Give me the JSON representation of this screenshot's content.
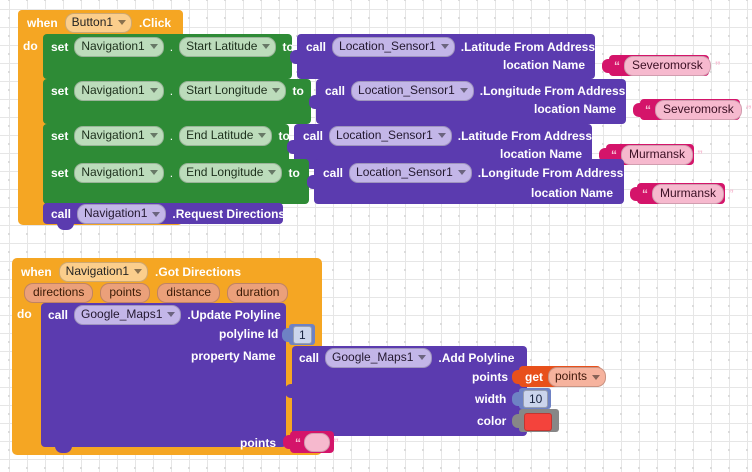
{
  "app": {
    "name": "MIT App Inventor Blocks Editor",
    "canvas_background": "#ffffff"
  },
  "colors": {
    "event_block": "#F5A623",
    "setter_block": "#2E8B36",
    "call_block": "#5B3BAF",
    "text_block": "#D4146A",
    "variable_block": "#E8501B",
    "number_block": "#6E82C4",
    "color_block": "#878787",
    "color_swatch_value": "#F4433C"
  },
  "blocks": [
    {
      "id": "event-button1-click",
      "kind": "event",
      "when_label": "when",
      "component": "Button1",
      "event": ".Click",
      "do_label": "do",
      "statements": [
        {
          "id": "set-start-latitude",
          "kind": "setter",
          "set_label": "set",
          "component": "Navigation1",
          "dot": ".",
          "property": "Start Latitude",
          "to_label": "to",
          "value": {
            "kind": "call",
            "call_label": "call",
            "component": "Location_Sensor1",
            "method": ".Latitude From Address",
            "args": [
              {
                "name": "location Name",
                "kind": "text",
                "value": "Severomorsk"
              }
            ]
          }
        },
        {
          "id": "set-start-longitude",
          "kind": "setter",
          "set_label": "set",
          "component": "Navigation1",
          "dot": ".",
          "property": "Start Longitude",
          "to_label": "to",
          "value": {
            "kind": "call",
            "call_label": "call",
            "component": "Location_Sensor1",
            "method": ".Longitude From Address",
            "args": [
              {
                "name": "location Name",
                "kind": "text",
                "value": "Severomorsk"
              }
            ]
          }
        },
        {
          "id": "set-end-latitude",
          "kind": "setter",
          "set_label": "set",
          "component": "Navigation1",
          "dot": ".",
          "property": "End Latitude",
          "to_label": "to",
          "value": {
            "kind": "call",
            "call_label": "call",
            "component": "Location_Sensor1",
            "method": ".Latitude From Address",
            "args": [
              {
                "name": "location Name",
                "kind": "text",
                "value": "Murmansk"
              }
            ]
          }
        },
        {
          "id": "set-end-longitude",
          "kind": "setter",
          "set_label": "set",
          "component": "Navigation1",
          "dot": ".",
          "property": "End Longitude",
          "to_label": "to",
          "value": {
            "kind": "call",
            "call_label": "call",
            "component": "Location_Sensor1",
            "method": ".Longitude From Address",
            "args": [
              {
                "name": "location Name",
                "kind": "text",
                "value": "Murmansk"
              }
            ]
          }
        },
        {
          "id": "call-request-directions",
          "kind": "call-statement",
          "call_label": "call",
          "component": "Navigation1",
          "method": ".Request Directions"
        }
      ]
    },
    {
      "id": "event-navigation1-gotdirections",
      "kind": "event",
      "when_label": "when",
      "component": "Navigation1",
      "event": ".Got Directions",
      "params": [
        "directions",
        "points",
        "distance",
        "duration"
      ],
      "do_label": "do",
      "statements": [
        {
          "id": "call-update-polyline",
          "kind": "call-statement",
          "call_label": "call",
          "component": "Google_Maps1",
          "method": ".Update Polyline",
          "args": [
            {
              "name": "polyline Id",
              "kind": "number",
              "value": "1"
            },
            {
              "name": "property Name",
              "kind": "call",
              "call_label": "call",
              "component": "Google_Maps1",
              "method": ".Add Polyline",
              "args": [
                {
                  "name": "points",
                  "kind": "get",
                  "get_label": "get",
                  "value": "points"
                },
                {
                  "name": "width",
                  "kind": "number",
                  "value": "10"
                },
                {
                  "name": "color",
                  "kind": "color",
                  "value": "#F4433C"
                }
              ]
            },
            {
              "name": "points",
              "kind": "text",
              "value": ""
            }
          ]
        }
      ]
    }
  ]
}
